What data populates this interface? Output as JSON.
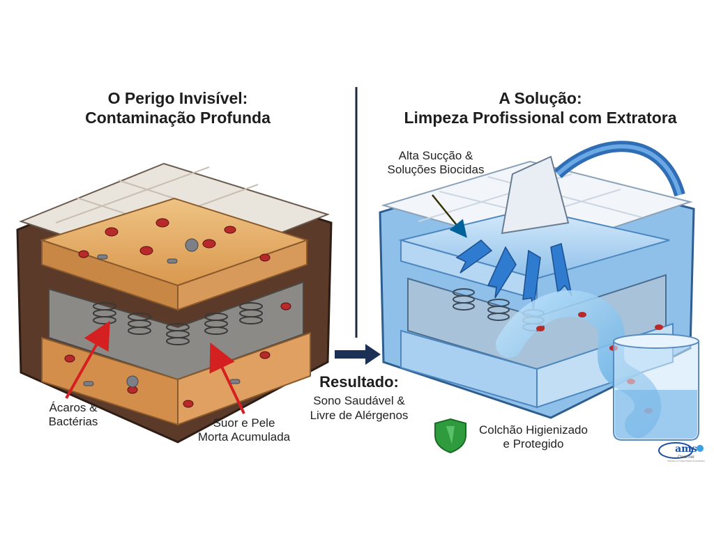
{
  "left_panel": {
    "title_line1": "O Perigo Invisível:",
    "title_line2": "Contaminação Profunda",
    "label_mites_line1": "Ácaros &",
    "label_mites_line2": "Bactérias",
    "label_sweat_line1": "Suor e Pele",
    "label_sweat_line2": "Morta Acumulada"
  },
  "center": {
    "result_title": "Resultado:",
    "result_line1": "Sono Saudável &",
    "result_line2": "Livre de Alérgenos"
  },
  "right_panel": {
    "title_line1": "A Solução:",
    "title_line2": "Limpeza Profissional com Extratora",
    "label_suction_line1": "Alta Sucção &",
    "label_suction_line2": "Soluções Biocidas",
    "label_clean_line1": "Colchão Higienizado",
    "label_clean_line2": "e Protegido"
  },
  "logo": {
    "name": "ams",
    "sub": "Cleanner",
    "tagline": "Soluções em Higienização de Estofados"
  },
  "colors": {
    "divider": "#1e2a44",
    "arrow_navy": "#1c2f55",
    "red_arrow": "#d42020",
    "shield_green": "#2e9b3c",
    "mattress_brown": "#5b3a2a",
    "foam_orange": "#e6b070",
    "clean_blue": "#7fb7e6",
    "logo_blue": "#1c4fa3"
  },
  "icons": [
    "red-arrow-icon",
    "navy-arrow-icon",
    "shield-icon",
    "mite-icon",
    "bacteria-icon",
    "spring-icon",
    "water-drop-icon"
  ]
}
